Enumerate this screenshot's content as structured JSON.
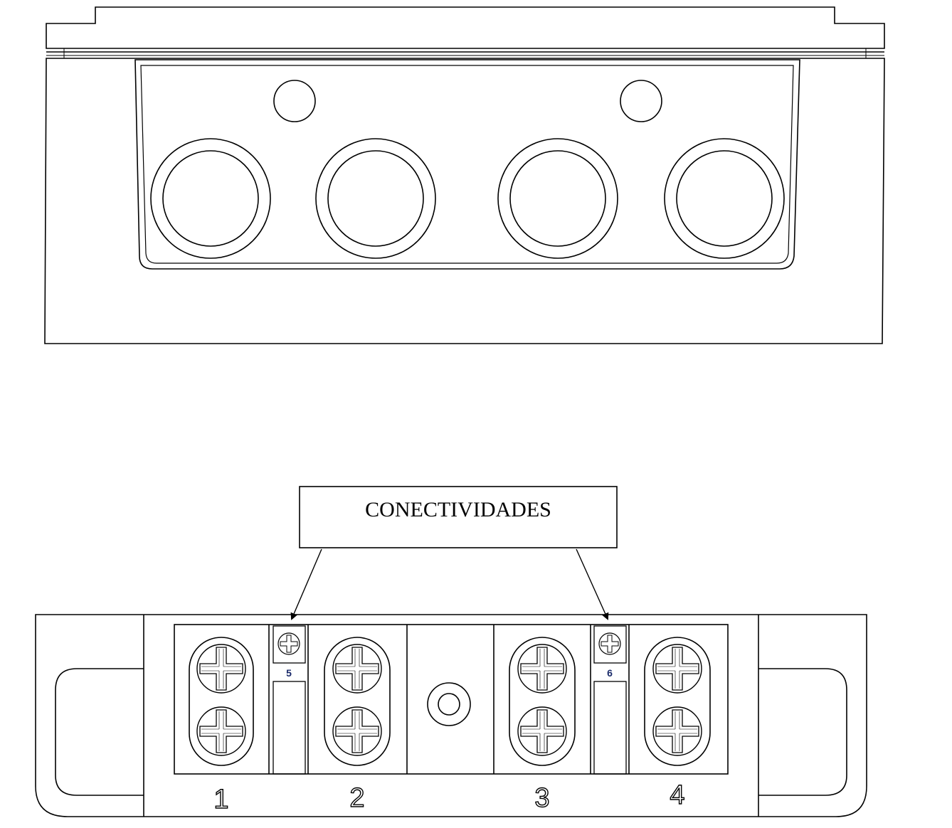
{
  "callout": {
    "text": "CONECTIVIDADES"
  },
  "terminal_block": {
    "small_labels": [
      "5",
      "6"
    ],
    "terminal_labels": [
      "1",
      "2",
      "3",
      "4"
    ]
  },
  "colors": {
    "line": "#000000",
    "background": "#ffffff",
    "small_label": "#1a2a6a"
  }
}
